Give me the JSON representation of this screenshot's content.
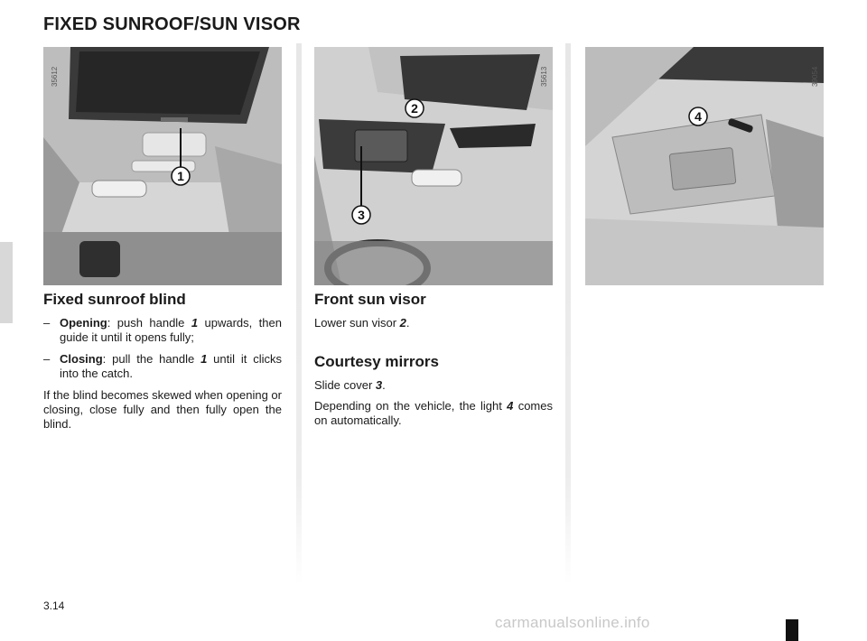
{
  "title": "FIXED SUNROOF/SUN VISOR",
  "page_number": "3.14",
  "watermark": "carmanualsonline.info",
  "figures": [
    {
      "ref": "35612",
      "callouts": [
        "1"
      ]
    },
    {
      "ref": "35613",
      "callouts": [
        "2",
        "3"
      ]
    },
    {
      "ref": "39054",
      "callouts": [
        "4"
      ]
    }
  ],
  "sunroof": {
    "heading": "Fixed sunroof blind",
    "opening": {
      "dash": "–",
      "term": "Opening",
      "pre": ": push handle ",
      "ref": "1",
      "post": " upwards, then guide it until it opens fully;"
    },
    "closing": {
      "dash": "–",
      "term": "Closing",
      "pre": ": pull the handle ",
      "ref": "1",
      "post": " until it clicks into the catch."
    },
    "note": "If the blind becomes skewed when opening or closing, close fully and then fully open the blind."
  },
  "visor": {
    "heading": "Front sun visor",
    "text_pre": "Lower sun visor ",
    "text_ref": "2",
    "text_post": "."
  },
  "mirrors": {
    "heading": "Courtesy mirrors",
    "slide_pre": "Slide cover ",
    "slide_ref": "3",
    "slide_post": ".",
    "light_pre": "Depending on the vehicle, the light ",
    "light_ref": "4",
    "light_post": " comes on automatically."
  }
}
